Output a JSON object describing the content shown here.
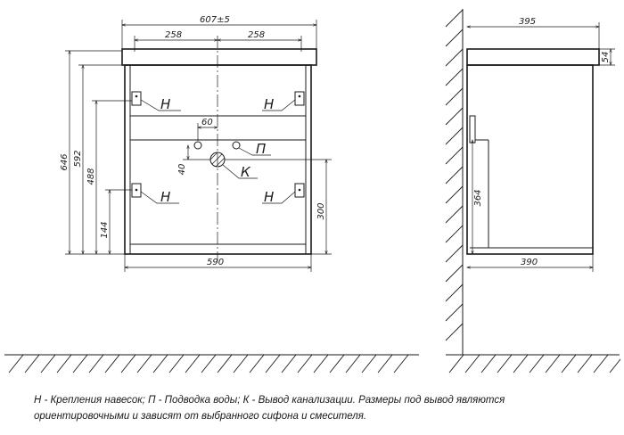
{
  "front_view": {
    "dimensions": {
      "overall_width": "607±5",
      "half_width_left": "258",
      "half_width_right": "258",
      "height_646": "646",
      "height_592": "592",
      "height_488": "488",
      "height_144": "144",
      "drain_offset": "60",
      "drain_height": "40",
      "right_height": "300",
      "bottom_width": "590"
    },
    "labels": {
      "mount_top_left": "Н",
      "mount_top_right": "Н",
      "mount_bottom_left": "Н",
      "mount_bottom_right": "Н",
      "water_supply": "П",
      "sewer_outlet": "К"
    }
  },
  "side_view": {
    "dimensions": {
      "top_depth": "395",
      "top_thickness": "54",
      "cabinet_height": "364",
      "bottom_depth": "390"
    }
  },
  "note": {
    "line1": "Н - Крепления навесок; П - Подводка воды; К - Вывод канализации. Размеры под вывод являются",
    "line2": "ориентировочными и зависят от выбранного сифона и смесителя."
  }
}
